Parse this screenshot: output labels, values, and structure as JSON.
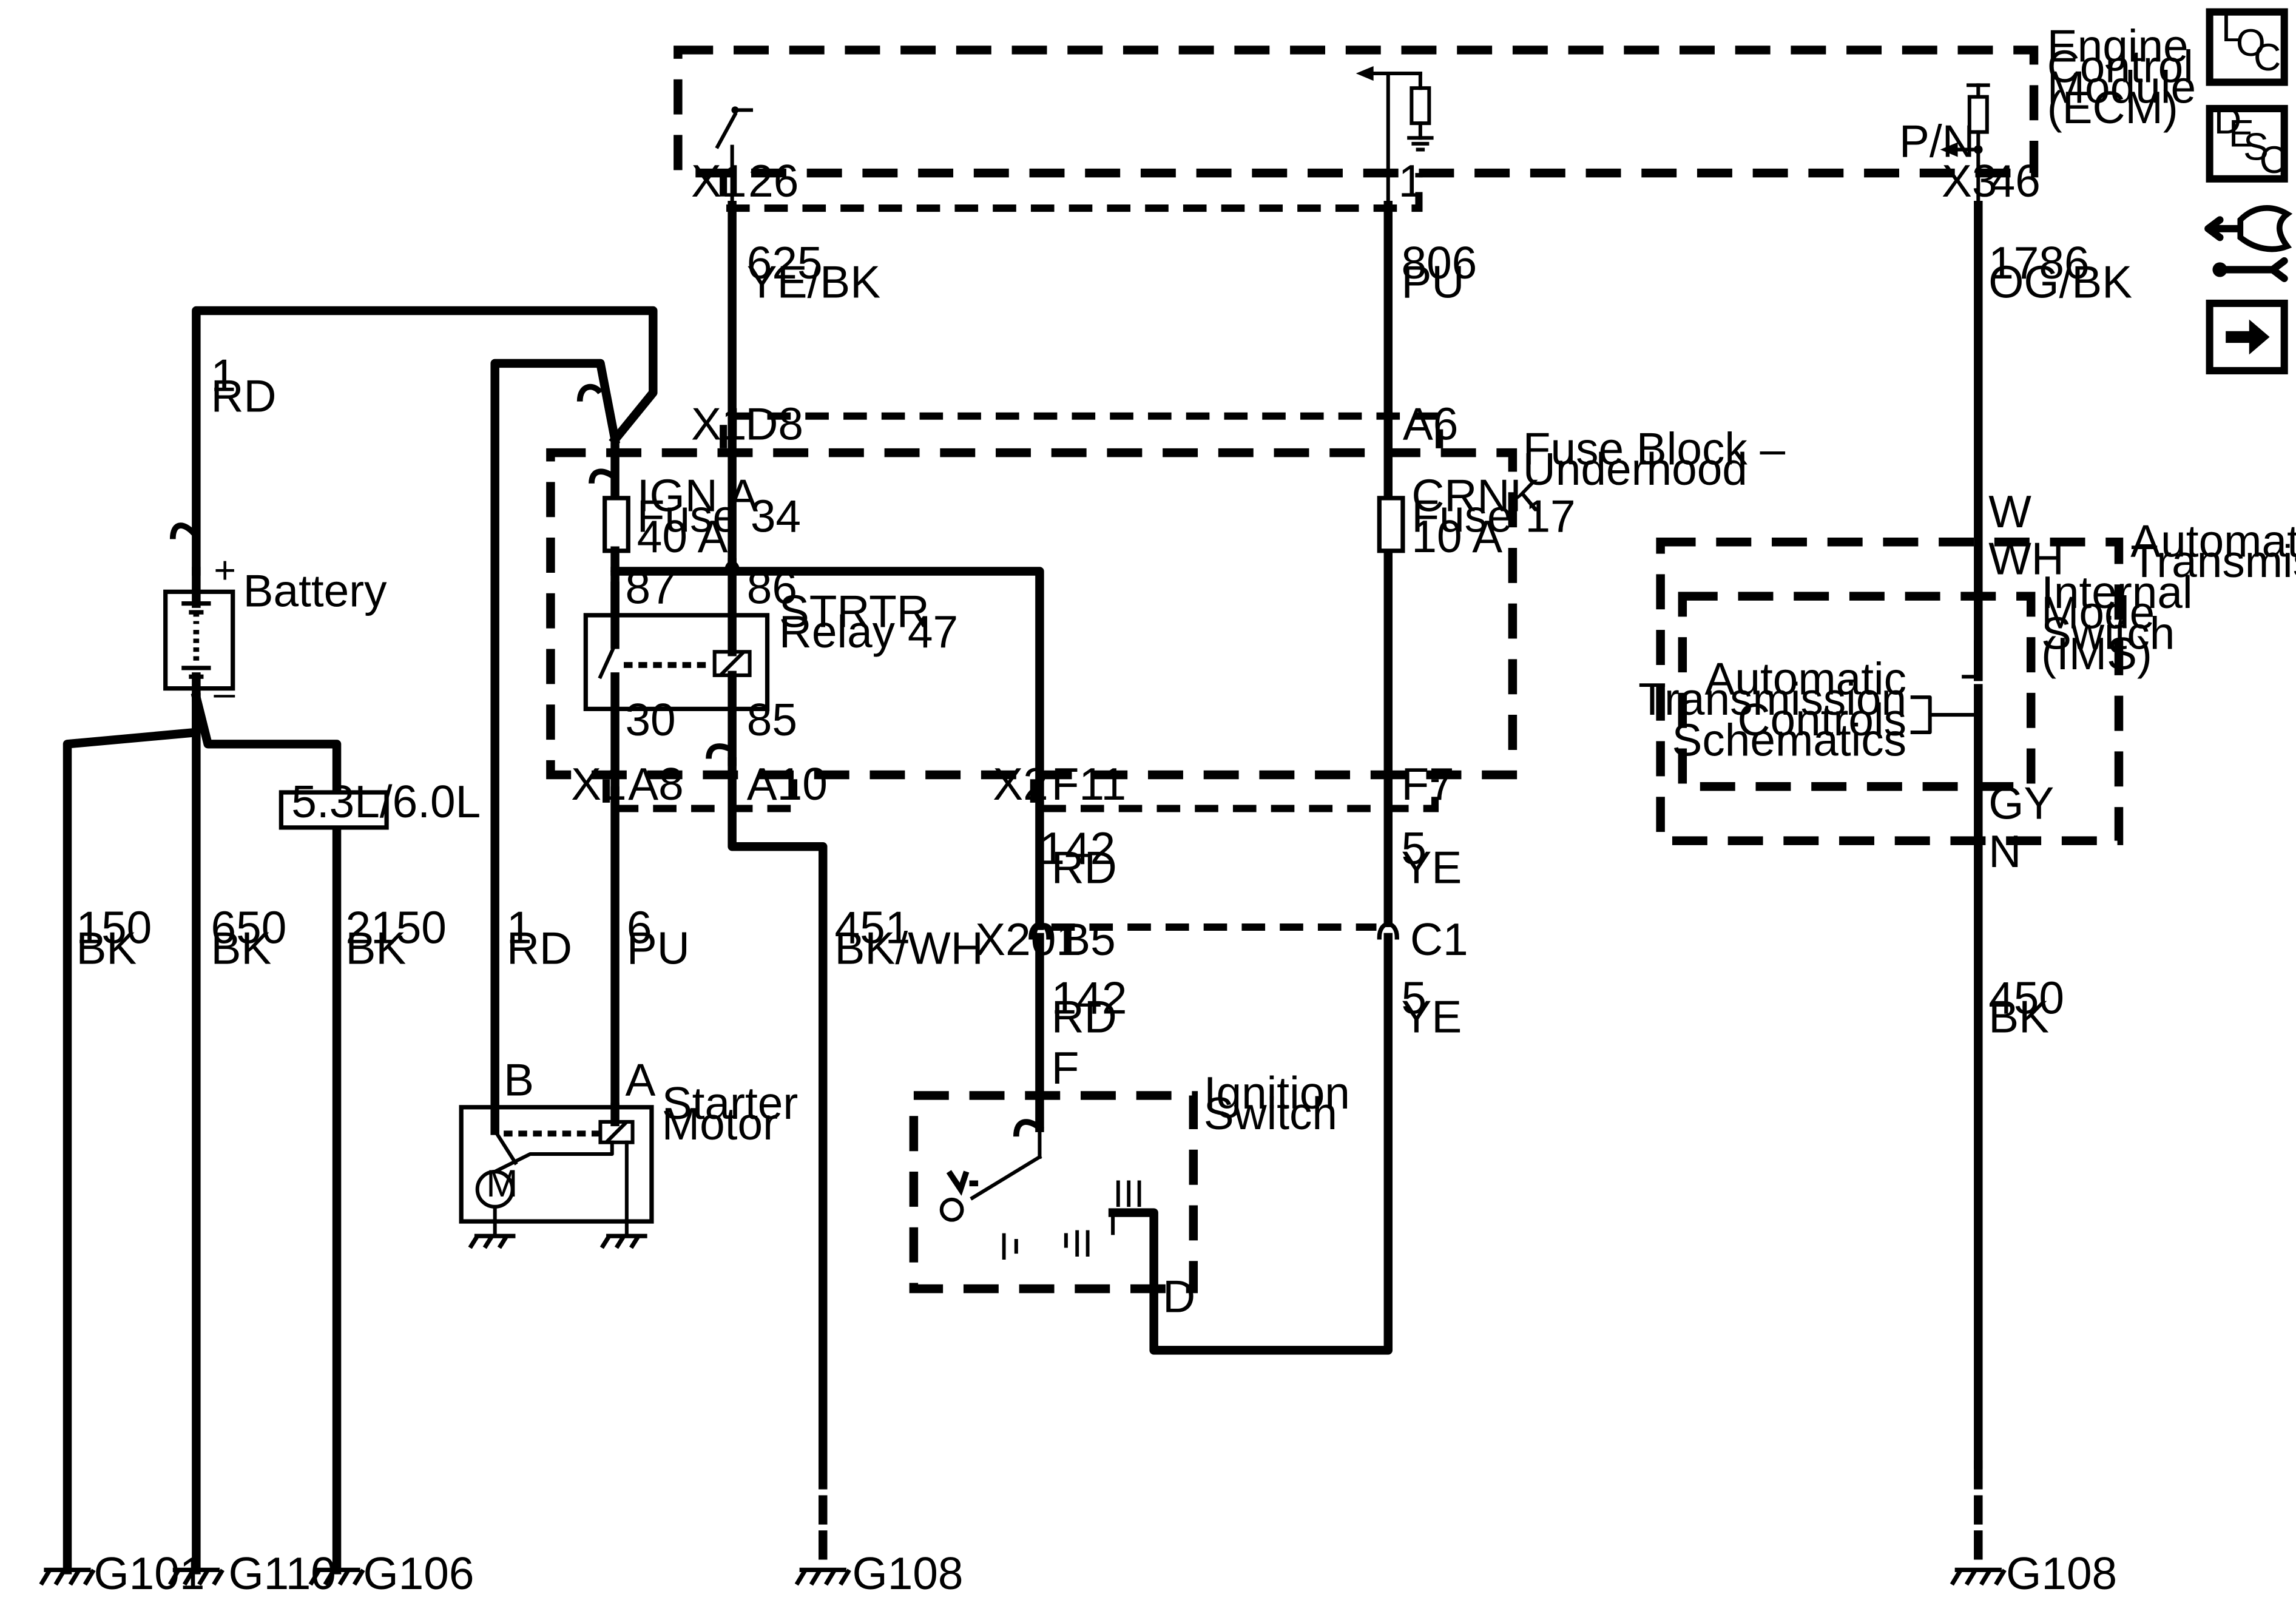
{
  "ecm": {
    "l1": "Engine",
    "l2": "Control",
    "l3": "Module",
    "l4": "(ECM)",
    "pn": "P/N"
  },
  "ecm_pins": {
    "x1": "X1",
    "p26": "26",
    "p1": "1",
    "x3": "X3",
    "p46": "46"
  },
  "wires": {
    "w625": {
      "circuit": "625",
      "color": "YE/BK"
    },
    "w806": {
      "circuit": "806",
      "color": "PU"
    },
    "w1786": {
      "circuit": "1786",
      "color": "OG/BK"
    },
    "w1_top": {
      "circuit": "1",
      "color": "RD"
    },
    "w150": {
      "circuit": "150",
      "color": "BK"
    },
    "w650": {
      "circuit": "650",
      "color": "BK"
    },
    "w2150": {
      "circuit": "2150",
      "color": "BK"
    },
    "w1_left": {
      "circuit": "1",
      "color": "RD"
    },
    "w6": {
      "circuit": "6",
      "color": "PU"
    },
    "w451": {
      "circuit": "451",
      "color": "BK/WH"
    },
    "w142a": {
      "circuit": "142",
      "color": "RD"
    },
    "w5a": {
      "circuit": "5",
      "color": "YE"
    },
    "w142b": {
      "circuit": "142",
      "color": "RD"
    },
    "w5b": {
      "circuit": "5",
      "color": "YE"
    },
    "w450": {
      "circuit": "450",
      "color": "BK"
    }
  },
  "connectors": {
    "x1_top": "X1",
    "d8": "D8",
    "a6": "A6",
    "x1_bot": "X1",
    "a8": "A8",
    "a10": "A10",
    "x2": "X2",
    "f11": "F11",
    "f7": "F7",
    "x201": "X201",
    "b5": "B5",
    "c1": "C1",
    "ign_f": "F",
    "ign_d": "D",
    "trans_w": "W",
    "trans_wh": "WH",
    "trans_gy": "GY",
    "trans_n": "N",
    "starter_b": "B",
    "starter_a": "A"
  },
  "fuse_block": {
    "l1": "Fuse Block –",
    "l2": "Underhood"
  },
  "fuses": {
    "ign_a": {
      "name": "IGN A",
      "fuse": "Fuse 34",
      "rating": "40 A"
    },
    "crnk": {
      "name": "CRNK",
      "fuse": "Fuse 17",
      "rating": "10 A"
    }
  },
  "relay": {
    "name": "STRTR",
    "relay": "Relay 47",
    "p87": "87",
    "p86": "86",
    "p30": "30",
    "p85": "85"
  },
  "battery": {
    "label": "Battery",
    "plus": "+",
    "minus": "–"
  },
  "engine_option": "5.3L/6.0L",
  "starter": {
    "l1": "Starter",
    "l2": "Motor",
    "motor": "M"
  },
  "ignition": {
    "l1": "Ignition",
    "l2": "Switch",
    "pos1": "I",
    "pos2": "II",
    "pos3": "III"
  },
  "transmission": {
    "l1": "Automatic",
    "l2": "Transmission"
  },
  "ims": {
    "l1": "Internal",
    "l2": "Mode",
    "l3": "Switch",
    "l4": "(IMS)"
  },
  "atc": {
    "l1": "Automatic",
    "l2": "Transmission",
    "l3": "Controls",
    "l4": "Schematics"
  },
  "grounds": {
    "g101": "G101",
    "g110": "G110",
    "g106": "G106",
    "g108a": "G108",
    "g108b": "G108"
  },
  "nav": {
    "loc": {
      "a": "L",
      "b": "O",
      "c": "C"
    },
    "desc": {
      "a": "D",
      "b": "E",
      "c": "S",
      "d": "C"
    }
  }
}
